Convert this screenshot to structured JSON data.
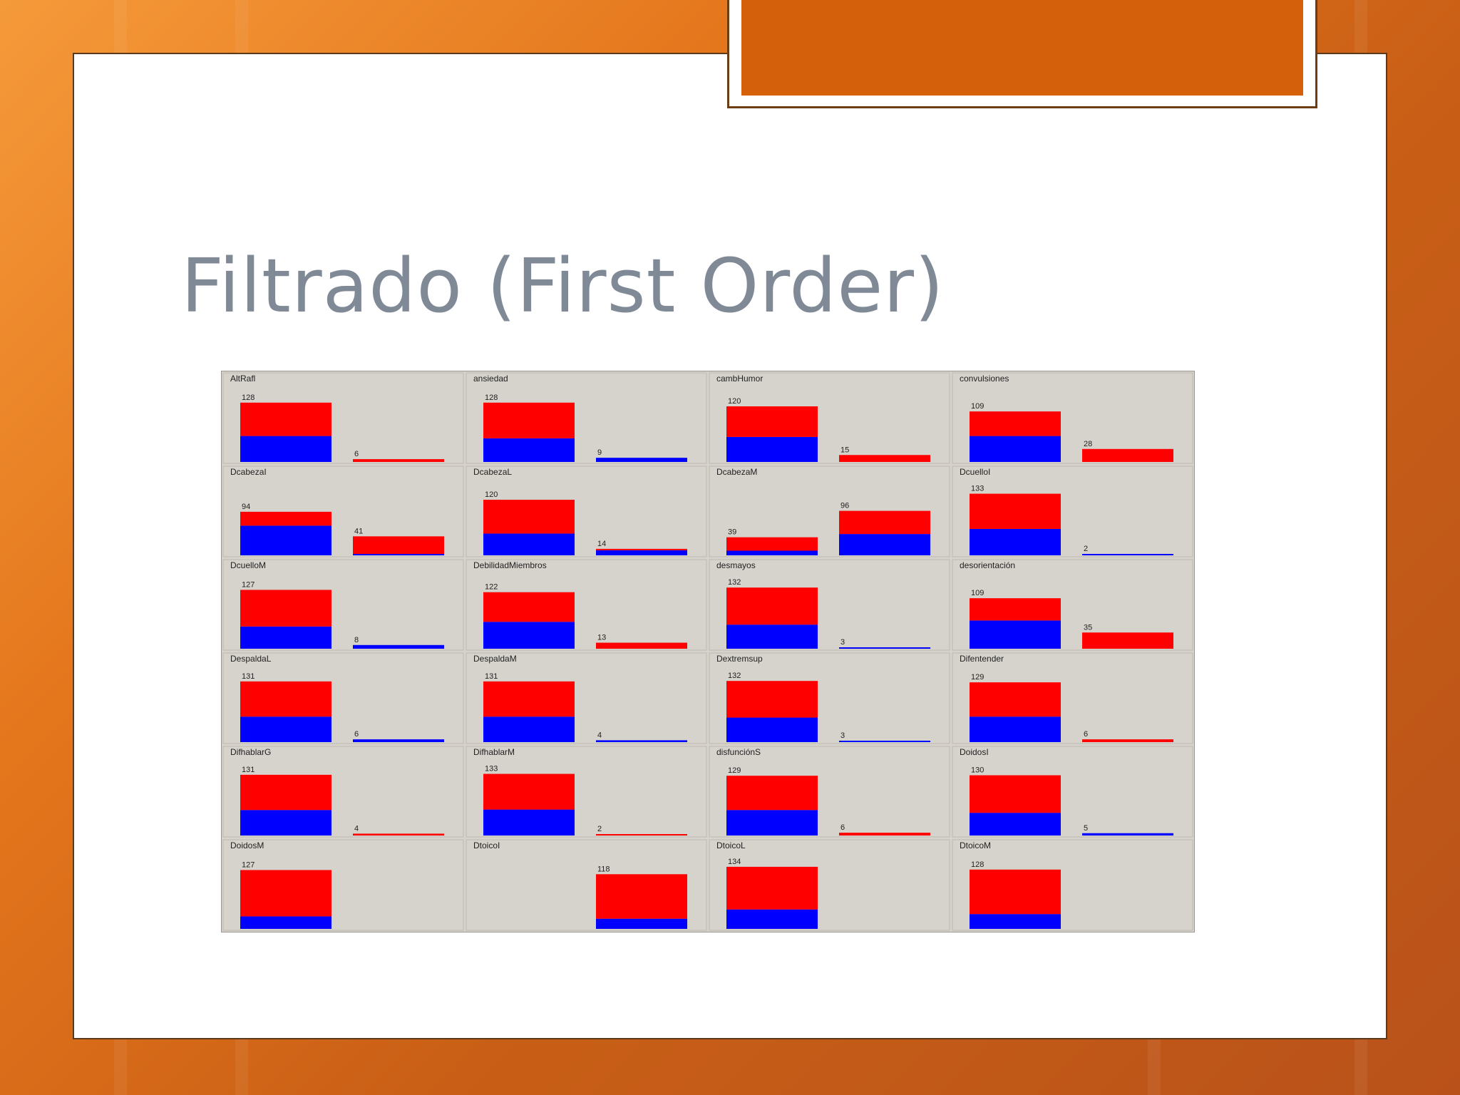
{
  "slide": {
    "title": "Filtrado (First Order)"
  },
  "colors": {
    "class_a": "#ff0000",
    "class_b": "#0000ff",
    "panel_background": "#d6d2cc",
    "title_color": "#808a96",
    "accent": "#d4600c"
  },
  "chart_data": {
    "type": "bar",
    "layout": "grid of stacked bar panels, 4 columns x 6 rows",
    "series": [
      {
        "name": "",
        "color": "#ff0000"
      },
      {
        "name": "",
        "color": "#0000ff"
      }
    ],
    "panels": [
      {
        "title": "AltRafl",
        "bars": [
          {
            "label": "128",
            "red": 72,
            "blue": 56
          },
          {
            "label": "6",
            "red": 6,
            "blue": 0
          }
        ]
      },
      {
        "title": "ansiedad",
        "bars": [
          {
            "label": "128",
            "red": 77,
            "blue": 51
          },
          {
            "label": "9",
            "red": 0,
            "blue": 9
          }
        ]
      },
      {
        "title": "cambHumor",
        "bars": [
          {
            "label": "120",
            "red": 66,
            "blue": 54
          },
          {
            "label": "15",
            "red": 15,
            "blue": 0
          }
        ]
      },
      {
        "title": "convulsiones",
        "bars": [
          {
            "label": "109",
            "red": 53,
            "blue": 56
          },
          {
            "label": "28",
            "red": 28,
            "blue": 0
          }
        ]
      },
      {
        "title": "DcabezaI",
        "bars": [
          {
            "label": "94",
            "red": 30,
            "blue": 64
          },
          {
            "label": "41",
            "red": 38,
            "blue": 3
          }
        ]
      },
      {
        "title": "DcabezaL",
        "bars": [
          {
            "label": "120",
            "red": 73,
            "blue": 47
          },
          {
            "label": "14",
            "red": 3,
            "blue": 11
          }
        ]
      },
      {
        "title": "DcabezaM",
        "bars": [
          {
            "label": "39",
            "red": 29,
            "blue": 10
          },
          {
            "label": "96",
            "red": 50,
            "blue": 46
          }
        ]
      },
      {
        "title": "DcuelloI",
        "bars": [
          {
            "label": "133",
            "red": 76,
            "blue": 57
          },
          {
            "label": "2",
            "red": 0,
            "blue": 2
          }
        ]
      },
      {
        "title": "DcuelloM",
        "bars": [
          {
            "label": "127",
            "red": 79,
            "blue": 48
          },
          {
            "label": "8",
            "red": 0,
            "blue": 8
          }
        ]
      },
      {
        "title": "DebilidadMiembros",
        "bars": [
          {
            "label": "122",
            "red": 64,
            "blue": 58
          },
          {
            "label": "13",
            "red": 13,
            "blue": 0
          }
        ]
      },
      {
        "title": "desmayos",
        "bars": [
          {
            "label": "132",
            "red": 80,
            "blue": 52
          },
          {
            "label": "3",
            "red": 0,
            "blue": 3
          }
        ]
      },
      {
        "title": "desorientación",
        "bars": [
          {
            "label": "109",
            "red": 48,
            "blue": 61
          },
          {
            "label": "35",
            "red": 35,
            "blue": 0
          }
        ]
      },
      {
        "title": "DespaldaL",
        "bars": [
          {
            "label": "131",
            "red": 76,
            "blue": 55
          },
          {
            "label": "6",
            "red": 0,
            "blue": 6
          }
        ]
      },
      {
        "title": "DespaldaM",
        "bars": [
          {
            "label": "131",
            "red": 76,
            "blue": 55
          },
          {
            "label": "4",
            "red": 0,
            "blue": 4
          }
        ]
      },
      {
        "title": "Dextremsup",
        "bars": [
          {
            "label": "132",
            "red": 79,
            "blue": 53
          },
          {
            "label": "3",
            "red": 0,
            "blue": 3
          }
        ]
      },
      {
        "title": "Difentender",
        "bars": [
          {
            "label": "129",
            "red": 74,
            "blue": 55
          },
          {
            "label": "6",
            "red": 6,
            "blue": 0
          }
        ]
      },
      {
        "title": "DifhablarG",
        "bars": [
          {
            "label": "131",
            "red": 76,
            "blue": 55
          },
          {
            "label": "4",
            "red": 4,
            "blue": 0
          }
        ]
      },
      {
        "title": "DifhablarM",
        "bars": [
          {
            "label": "133",
            "red": 77,
            "blue": 56
          },
          {
            "label": "2",
            "red": 2,
            "blue": 0
          }
        ]
      },
      {
        "title": "disfunciónS",
        "bars": [
          {
            "label": "129",
            "red": 74,
            "blue": 55
          },
          {
            "label": "6",
            "red": 6,
            "blue": 0
          }
        ]
      },
      {
        "title": "DoidosI",
        "bars": [
          {
            "label": "130",
            "red": 81,
            "blue": 49
          },
          {
            "label": "5",
            "red": 0,
            "blue": 5
          }
        ]
      },
      {
        "title": "DoidosM",
        "bars": [
          {
            "label": "127",
            "red": 100,
            "blue": 27
          },
          {
            "label": "",
            "red": 0,
            "blue": 0
          }
        ]
      },
      {
        "title": "DtoicoI",
        "bars": [
          {
            "label": "",
            "red": 0,
            "blue": 0
          },
          {
            "label": "118",
            "red": 96,
            "blue": 22
          }
        ]
      },
      {
        "title": "DtoicoL",
        "bars": [
          {
            "label": "134",
            "red": 92,
            "blue": 42
          },
          {
            "label": "",
            "red": 0,
            "blue": 0
          }
        ]
      },
      {
        "title": "DtoicoM",
        "bars": [
          {
            "label": "128",
            "red": 96,
            "blue": 32
          },
          {
            "label": "",
            "red": 0,
            "blue": 0
          }
        ]
      }
    ]
  }
}
